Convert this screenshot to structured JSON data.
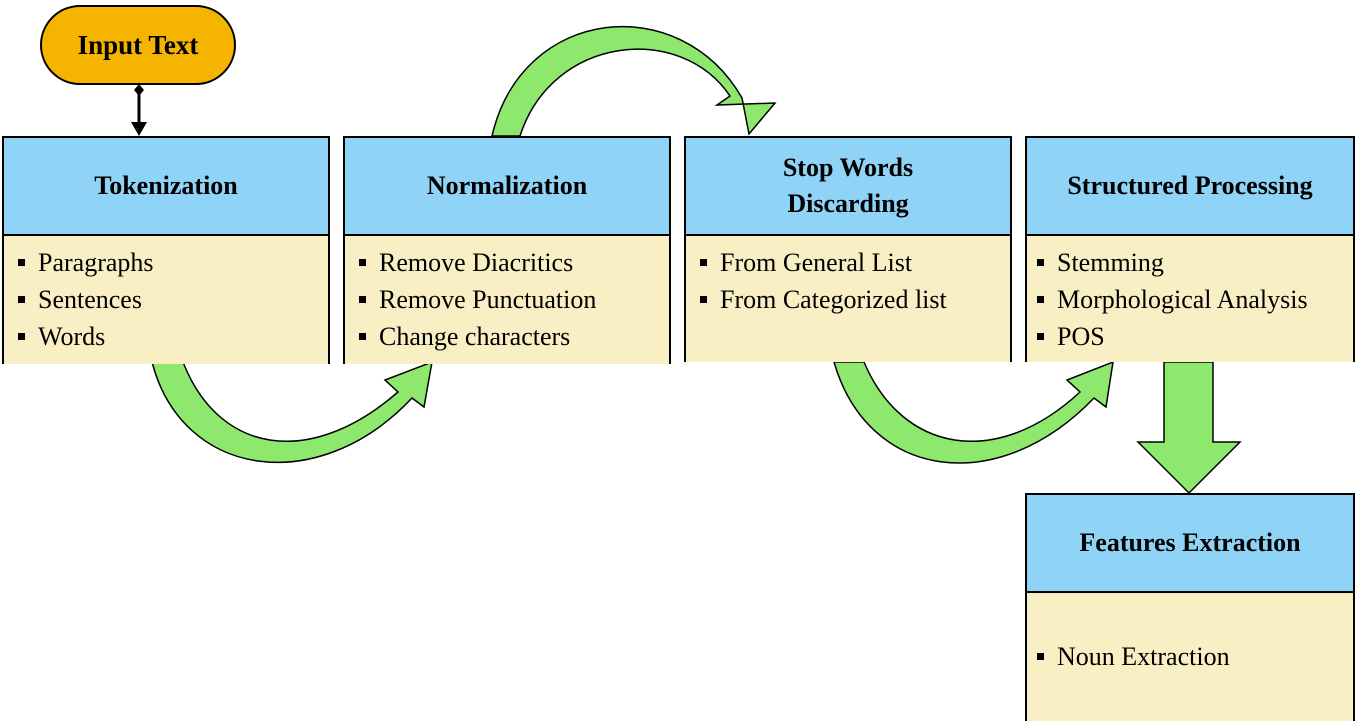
{
  "start": {
    "label": "Input Text"
  },
  "stages": [
    {
      "title": "Tokenization",
      "items": [
        "Paragraphs",
        "Sentences",
        "Words"
      ]
    },
    {
      "title": "Normalization",
      "items": [
        "Remove Diacritics",
        "Remove Punctuation",
        "Change characters"
      ]
    },
    {
      "title_lines": [
        "Stop Words",
        "Discarding"
      ],
      "items": [
        "From General List",
        "From Categorized list"
      ]
    },
    {
      "title": "Structured Processing",
      "items": [
        "Stemming",
        "Morphological Analysis",
        "POS"
      ]
    },
    {
      "title": "Features Extraction",
      "items": [
        "Noun Extraction"
      ]
    }
  ],
  "colors": {
    "start_fill": "#f5b400",
    "header_fill": "#8fd3f7",
    "body_fill": "#f8efc4",
    "arrow_fill": "#8ee86e"
  },
  "icons": {
    "bullet": "square-bullet-icon",
    "flow_arrow": "curved-arrow-icon"
  }
}
